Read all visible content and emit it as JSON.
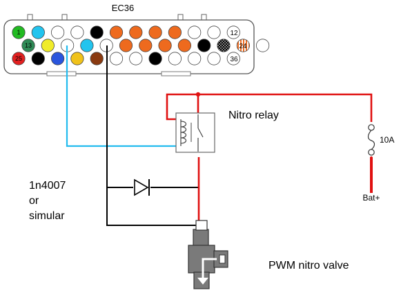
{
  "connector": {
    "title": "EC36",
    "row_end_labels": [
      "12",
      "24",
      "36"
    ],
    "pin_labels": {
      "first": "1",
      "row2_first": "13",
      "row3_first": "25"
    },
    "rows": [
      [
        "#22bb22",
        "#22c4ee",
        "#ffffff",
        "#ffffff",
        "#000000",
        "#ee6a1e",
        "#ee6a1e",
        "#ee6a1e",
        "#ee6a1e",
        "#ffffff",
        "#ffffff"
      ],
      [
        "#2e8a55",
        "#f0ec2a",
        "#ffffff",
        "#22c4ee",
        "#ffffff",
        "#ee6a1e",
        "#ee6a1e",
        "#ee6a1e",
        "#ee6a1e",
        "#000000",
        "hatch-black",
        "stripe-orange"
      ],
      [
        "#e22020",
        "#000000",
        "#2a55dd",
        "#f0c21a",
        "#8a3a10",
        "#ffffff",
        "#ffffff",
        "#000000",
        "#ffffff",
        "#ffffff",
        "#ffffff"
      ]
    ]
  },
  "relay": {
    "label": "Nitro relay"
  },
  "fuse": {
    "label": "10A"
  },
  "battery": {
    "label": "Bat+"
  },
  "diode": {
    "label_lines": [
      "1n4007",
      "or",
      "simular"
    ]
  },
  "valve": {
    "label": "PWM nitro valve"
  },
  "colors": {
    "red_wire": "#e01010",
    "blue_wire": "#22bbee",
    "black_wire": "#000000",
    "valve_gray": "#7a7a7a"
  }
}
